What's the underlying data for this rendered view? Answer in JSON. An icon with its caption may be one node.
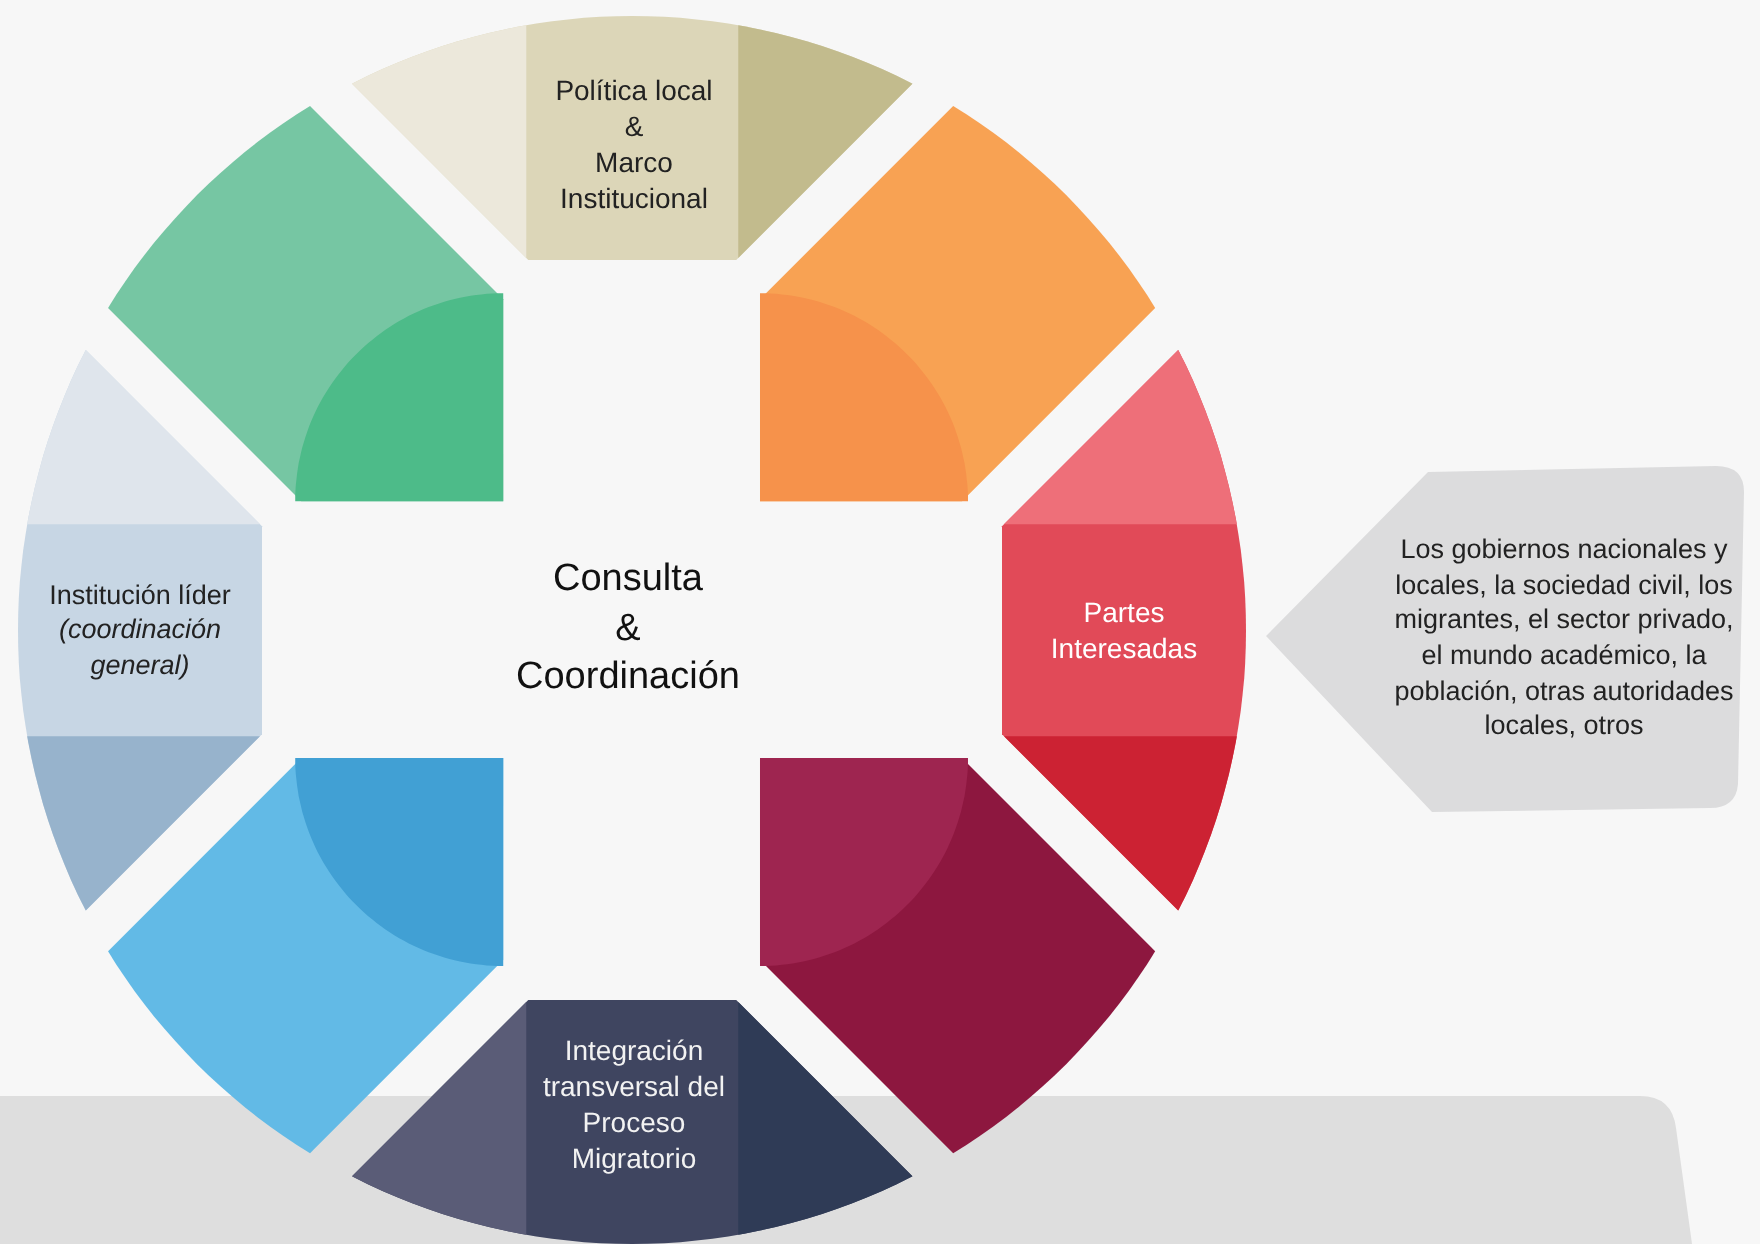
{
  "diagram": {
    "nodes": [
      {
        "text": [
          "Política local",
          "&",
          "Marco Institucional"
        ]
      },
      {
        "text": [],
        "shape": "box"
      },
      {
        "text": [],
        "shape": "box"
      },
      {
        "text": [
          "Institución líder",
          "(coordinación general)"
        ]
      },
      {
        "text": [
          "Consulta",
          "&",
          "Coordinación"
        ]
      },
      {
        "text": [
          "Partes Interesadas"
        ]
      },
      {
        "text": [
          "Los gobiernos nacionales y locales, la sociedad civil, los migrantes, el sector privado, el mundo académico, la población, otras autoridades locales, otros"
        ]
      },
      {
        "text": [],
        "shape": "box"
      },
      {
        "text": [],
        "shape": "box"
      },
      {
        "text": [
          "Integración transversal del Proceso Migratorio"
        ]
      }
    ]
  }
}
